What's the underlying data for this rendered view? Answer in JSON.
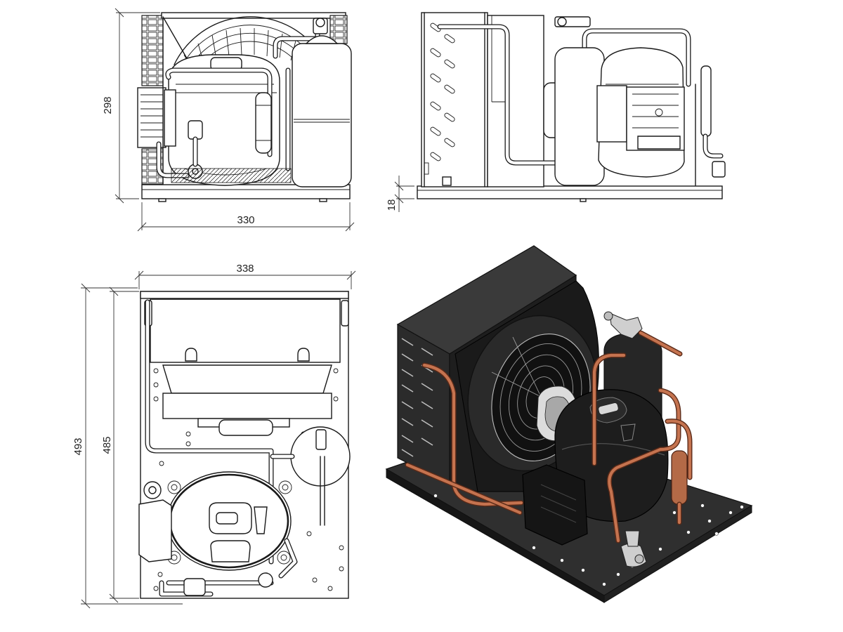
{
  "dimensions": {
    "front_height": "298",
    "front_width": "330",
    "side_base_thickness": "18",
    "top_width": "338",
    "top_depth_overall": "493",
    "top_depth_base": "485"
  },
  "colors": {
    "line": "#1a1a1a",
    "iso_body": "#2b2b2b",
    "iso_dark": "#1e1e1e",
    "iso_plate": "#2f2f2f",
    "copper": "#c5734f"
  }
}
